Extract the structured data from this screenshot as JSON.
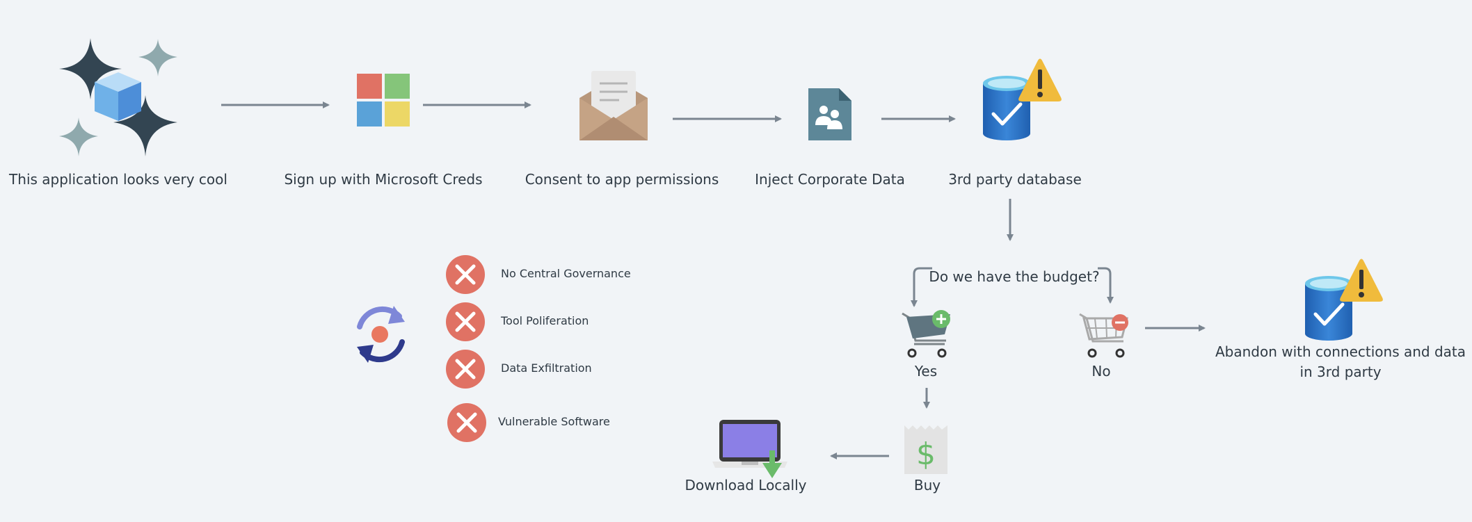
{
  "steps": [
    {
      "label": "This application looks very cool",
      "icon": "sparkles-cube-icon"
    },
    {
      "label": "Sign up with Microsoft Creds",
      "icon": "microsoft-logo-icon"
    },
    {
      "label": "Consent to app permissions",
      "icon": "envelope-icon"
    },
    {
      "label": "Inject Corporate Data",
      "icon": "shared-document-icon"
    },
    {
      "label": "3rd party database",
      "icon": "database-warning-icon"
    }
  ],
  "decision": {
    "question": "Do we have the budget?",
    "yes_label": "Yes",
    "no_label": "No",
    "buy_label": "Buy",
    "download_label": "Download Locally",
    "abandon_label": "Abandon with connections and data in 3rd party"
  },
  "risks": [
    {
      "label": "No Central Governance",
      "icon": "x-circle-icon"
    },
    {
      "label": "Tool Poliferation",
      "icon": "x-circle-icon"
    },
    {
      "label": "Data Exfiltration",
      "icon": "x-circle-icon"
    },
    {
      "label": "Vulnerable Software",
      "icon": "x-circle-icon"
    }
  ],
  "colors": {
    "background": "#f1f4f7",
    "arrow": "#7a8590",
    "danger": "#e07264",
    "warning": "#f0bb3c",
    "database": "#2f73c8",
    "success": "#6abb6a",
    "cart_dark": "#5f7580",
    "cart_outline": "#a9a9a9",
    "laptop_screen": "#8b7fe6"
  }
}
